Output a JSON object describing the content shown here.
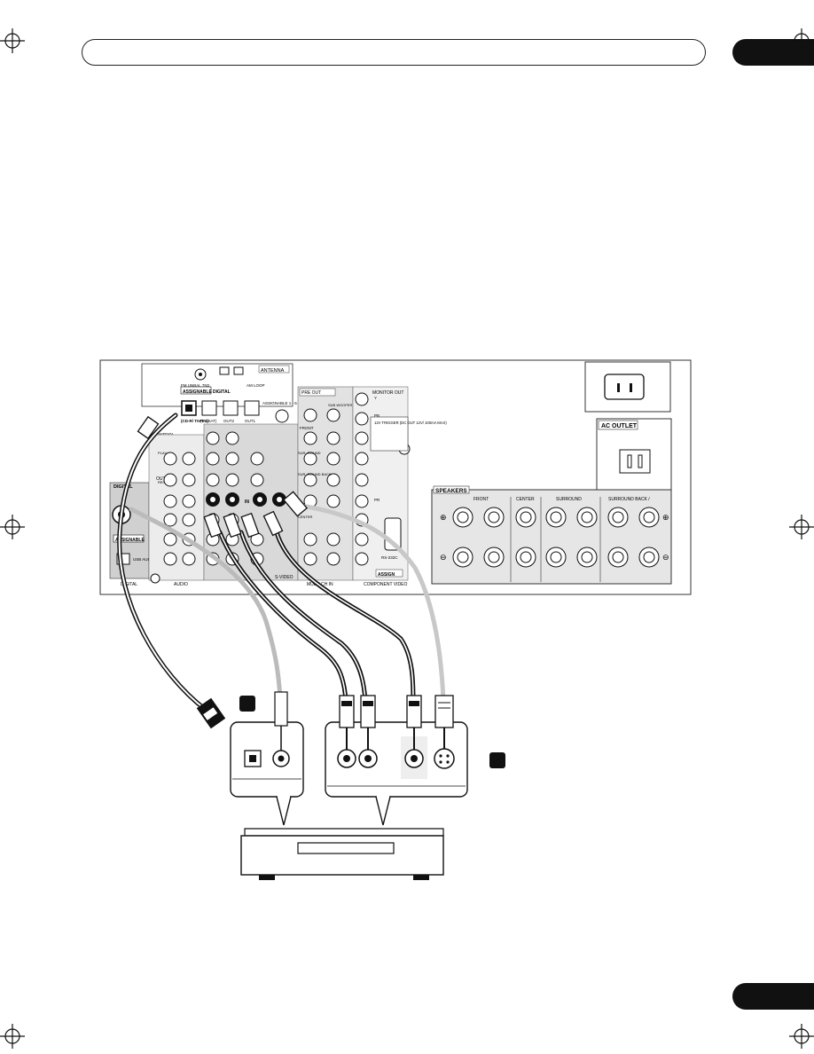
{
  "panel": {
    "antenna": "ANTENNA",
    "fm_label": "FM UNBAL 75Ω",
    "am_loop": "AM LOOP",
    "digital": "DIGITAL",
    "assignable": "ASSIGNABLE",
    "assignable_1_6": "ASSIGNABLE 1 - 6",
    "cd_r_tape1": "(CD-R/ TAPE1)",
    "tv_sat": "(TV/SAT)",
    "out1": "OUT1",
    "out2": "OUT2",
    "monitor_out": "MONITOR OUT",
    "control": "CONTROL",
    "pre_out": "PRE OUT",
    "subwoofer": "SUB WOOFER",
    "front": "FRONT",
    "surround": "SUR- ROUND",
    "surround_back": "SUR- ROUND BACK",
    "center": "CENTER",
    "video": "VIDEO",
    "s_video": "S-VIDEO",
    "trigger": "12V TRIGGER (DC OUT 12V/ 100mA MAX)",
    "rs232c": "RS-232C",
    "assign_label": "ASSIGN",
    "usb_audio": "USB AUDIO",
    "digital_bottom": "DIGITAL",
    "audio_bottom": "AUDIO",
    "component_video": "COMPONENT VIDEO",
    "multi_ch_in": "MULTI CH IN",
    "ac_outlet": "AC OUTLET",
    "speakers": "SPEAKERS",
    "spk_front": "FRONT",
    "spk_center": "CENTER",
    "spk_surround": "SURROUND",
    "spk_surround_back": "SURROUND BACK /",
    "r": "R",
    "l": "L",
    "y": "Y",
    "pb": "PB",
    "pr": "PR",
    "in": "IN",
    "out": "OUT",
    "play": "PLAY",
    "rec": "REC"
  },
  "icons": {
    "callout_a": "square-marker-icon",
    "callout_b": "square-marker-icon",
    "registration": "crosshair-circle-icon"
  },
  "colors": {
    "ink": "#111111",
    "panel_gray": "#d9d9d9",
    "cable_light": "#c8c8c8"
  }
}
